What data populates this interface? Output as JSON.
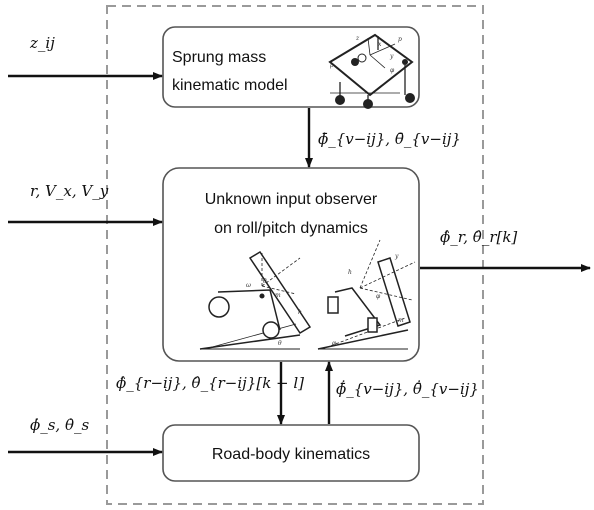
{
  "diagram": {
    "inputs": {
      "z": "z_ij",
      "yaw_velocity": "r, V_x, V_y",
      "road_rates": "ϕ̇_s, θ̇_s"
    },
    "blocks": {
      "sprung_mass": "Sprung mass\nkinematic model",
      "observer": "Unknown input observer\non roll/pitch dynamics",
      "road_body": "Road-body kinematics"
    },
    "signals": {
      "sprung_to_observer": "ϕ̄_{v−ij}, θ̄_{v−ij}",
      "observer_output": "ϕ̂_r, θ̂_r[k]",
      "observer_to_road": "ϕ̂_{r−ij}, θ̂_{r−ij}[k − l]",
      "road_to_observer": "ϕ̄̇_{v−ij}, θ̄̇_{v−ij}"
    },
    "colors": {
      "line": "#111111",
      "dashed_border": "#9a9a9a",
      "box_border": "#555555"
    }
  }
}
